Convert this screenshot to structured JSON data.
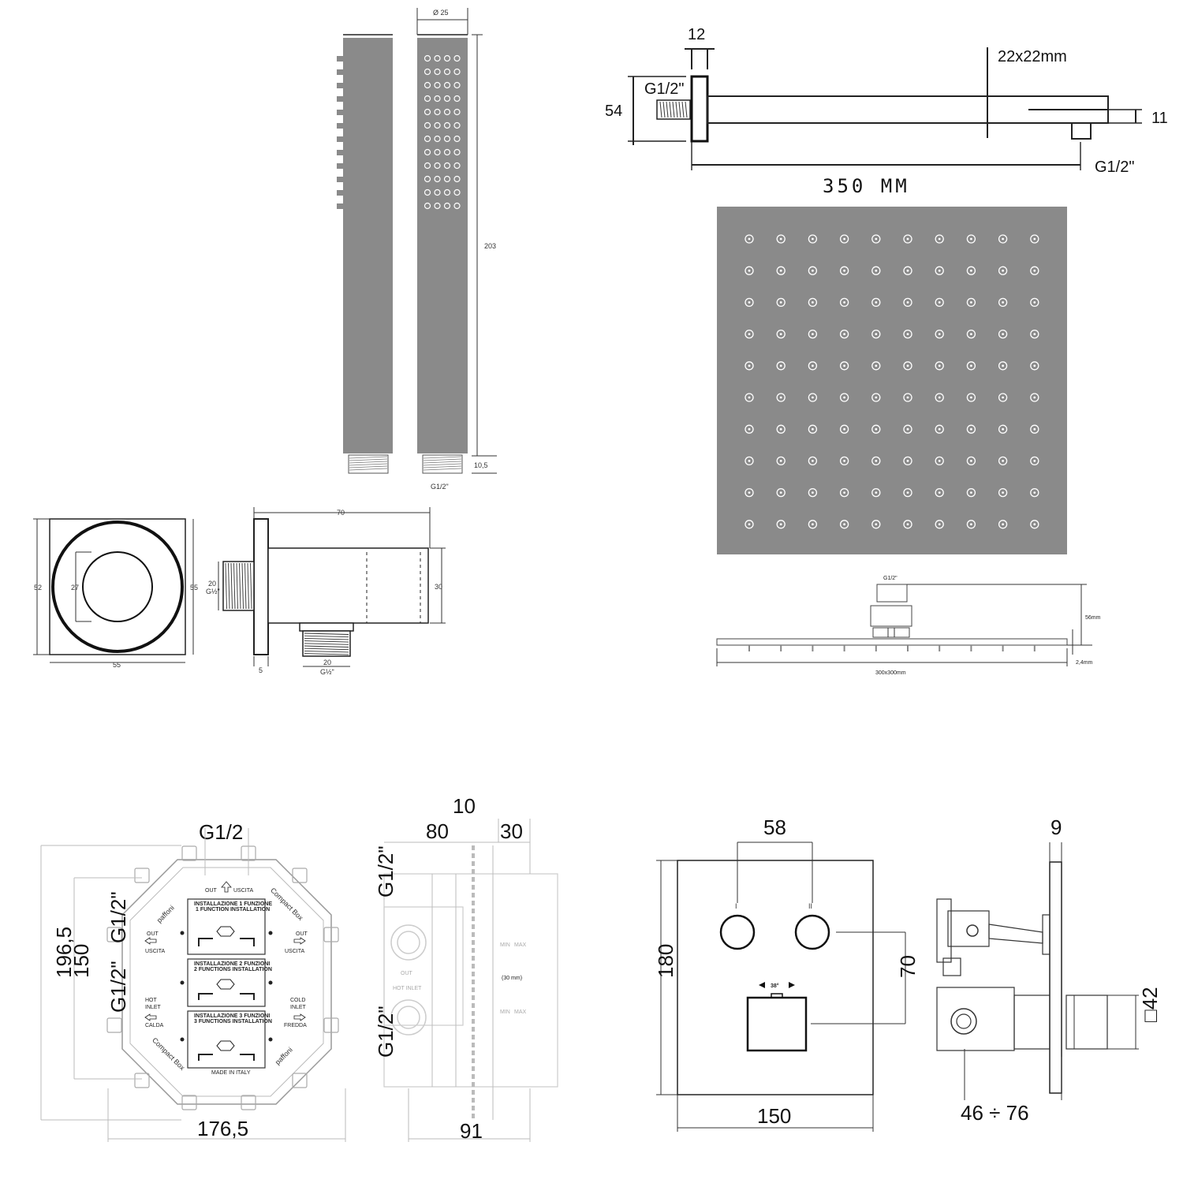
{
  "hand_shower": {
    "diameter": "Ø 25",
    "length": "203",
    "thread_height": "10,5",
    "thread": "G1/2\""
  },
  "shower_arm": {
    "thread_width": "12",
    "tube_section": "22x22mm",
    "inlet_thread": "G1/2\"",
    "height": "54",
    "outlet_height": "11",
    "outlet_thread": "G1/2\"",
    "length": "350 MM"
  },
  "wall_outlet": {
    "plate_height": "52",
    "plate_height_outer": "55",
    "plate_width": "55",
    "hole_diameter": "27",
    "depth": "70",
    "thread_height": "20",
    "thread_left": "G½\"",
    "body_height": "30",
    "plate_thickness": "5",
    "bottom_thread_width": "20",
    "bottom_thread": "G½\""
  },
  "shower_head": {
    "inlet_thread": "G1/2\"",
    "height": "56mm",
    "size": "300x300mm",
    "thickness": "2,4mm"
  },
  "box_front": {
    "top_thread": "G1/2",
    "height_outer": "196,5",
    "height_inner": "150",
    "thread_upper": "G1/2\"",
    "thread_lower": "G1/2\"",
    "width": "176,5",
    "labels": {
      "out_top": "OUT",
      "uscita_top": "USCITA",
      "brand": "paffoni",
      "compact_box": "Compact Box",
      "out_left": "OUT",
      "uscita_left": "USCITA",
      "out_right": "OUT",
      "uscita_right": "USCITA",
      "hot_inlet": "HOT",
      "hot_inlet_2": "INLET",
      "calda": "CALDA",
      "cold_inlet": "COLD",
      "cold_inlet_2": "INLET",
      "fredda": "FREDDA",
      "inst1_it": "INSTALLAZIONE 1 FUNZIONE",
      "inst1_en": "1 FUNCTION INSTALLATION",
      "inst2_it": "INSTALLAZIONE 2 FUNZIONI",
      "inst2_en": "2 FUNCTIONS INSTALLATION",
      "inst3_it": "INSTALLAZIONE 3 FUNZIONI",
      "inst3_en": "3 FUNCTIONS INSTALLATION",
      "made_in": "MADE IN ITALY"
    }
  },
  "box_side": {
    "top_offset": "10",
    "depth_80": "80",
    "depth_30": "30",
    "thread_upper": "G1/2\"",
    "thread_lower": "G1/2\"",
    "bottom": "91",
    "center_label": "(30 mm)",
    "min": "MIN",
    "max": "MAX",
    "out": "OUT",
    "hot_inlet": "HOT INLET"
  },
  "control_front": {
    "spacing": "58",
    "height": "180",
    "offset": "70",
    "width": "150",
    "mark_1": "I",
    "mark_2": "II",
    "angle": "38°"
  },
  "control_side": {
    "plate_thickness": "9",
    "square": "□42",
    "range": "46 ÷ 76"
  }
}
